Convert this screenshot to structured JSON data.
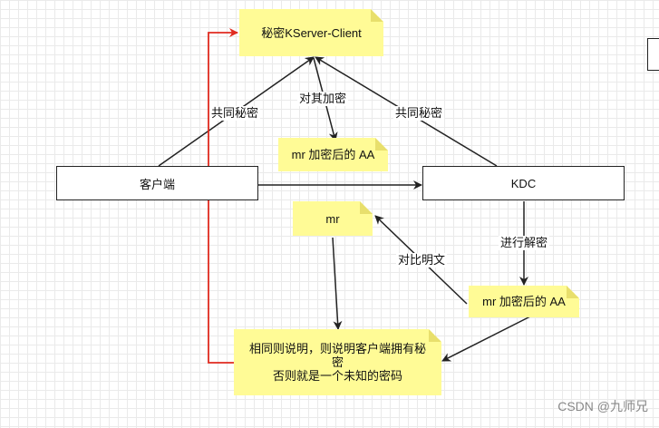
{
  "nodes": {
    "secret": "秘密KServer-Client",
    "client": "客户端",
    "kdc": "KDC",
    "mr_encrypted_top": "mr 加密后的 AA",
    "mr": "mr",
    "mr_encrypted_bottom": "mr 加密后的 AA",
    "result": "相同则说明，则说明客户端拥有秘\n密\n否则就是一个未知的密码"
  },
  "edges": {
    "shared_secret_left": "共同秘密",
    "encrypt_it": "对其加密",
    "shared_secret_right": "共同秘密",
    "decrypt": "进行解密",
    "compare_plaintext": "对比明文"
  },
  "watermark": "CSDN @九师兄",
  "colors": {
    "note": "#fffb96",
    "line": "#222222",
    "accent_line": "#e02b20"
  }
}
